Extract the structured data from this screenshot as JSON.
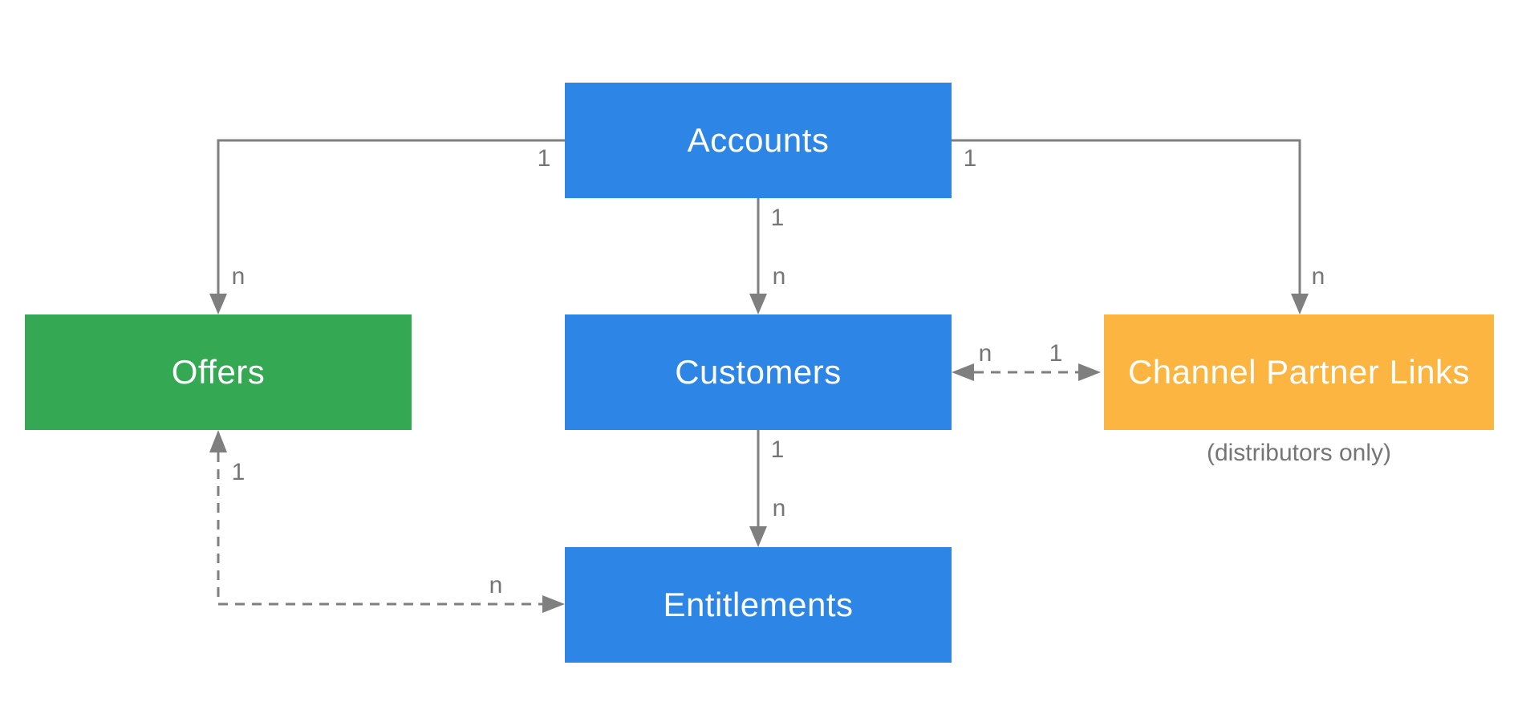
{
  "diagram": {
    "background_color": "#ffffff",
    "line_color": "#7f7f7f",
    "label_color": "#757575",
    "entities": {
      "accounts": {
        "label": "Accounts",
        "color": "#2d86e6",
        "text_color": "#ffffff"
      },
      "offers": {
        "label": "Offers",
        "color": "#34a853",
        "text_color": "#ffffff"
      },
      "customers": {
        "label": "Customers",
        "color": "#2d86e6",
        "text_color": "#ffffff"
      },
      "channel_partner_links": {
        "label": "Channel Partner Links",
        "color": "#fbb540",
        "text_color": "#ffffff",
        "note": "(distributors only)"
      },
      "entitlements": {
        "label": "Entitlements",
        "color": "#2d86e6",
        "text_color": "#ffffff"
      }
    },
    "connectors": {
      "accounts_to_offers": {
        "style": "solid",
        "from": "Accounts",
        "to": "Offers",
        "from_label": "1",
        "to_label": "n"
      },
      "accounts_to_customers": {
        "style": "solid",
        "from": "Accounts",
        "to": "Customers",
        "from_label": "1",
        "to_label": "n"
      },
      "accounts_to_cpl": {
        "style": "solid",
        "from": "Accounts",
        "to": "Channel Partner Links",
        "from_label": "1",
        "to_label": "n"
      },
      "customers_to_entitlements": {
        "style": "solid",
        "from": "Customers",
        "to": "Entitlements",
        "from_label": "1",
        "to_label": "n"
      },
      "customers_cpl_bidirectional": {
        "style": "dashed",
        "from": "Customers",
        "to": "Channel Partner Links",
        "near_customers_label": "n",
        "near_cpl_label": "1"
      },
      "offers_to_entitlements": {
        "style": "dashed",
        "from": "Offers",
        "to": "Entitlements",
        "from_label": "1",
        "to_label": "n"
      }
    }
  }
}
